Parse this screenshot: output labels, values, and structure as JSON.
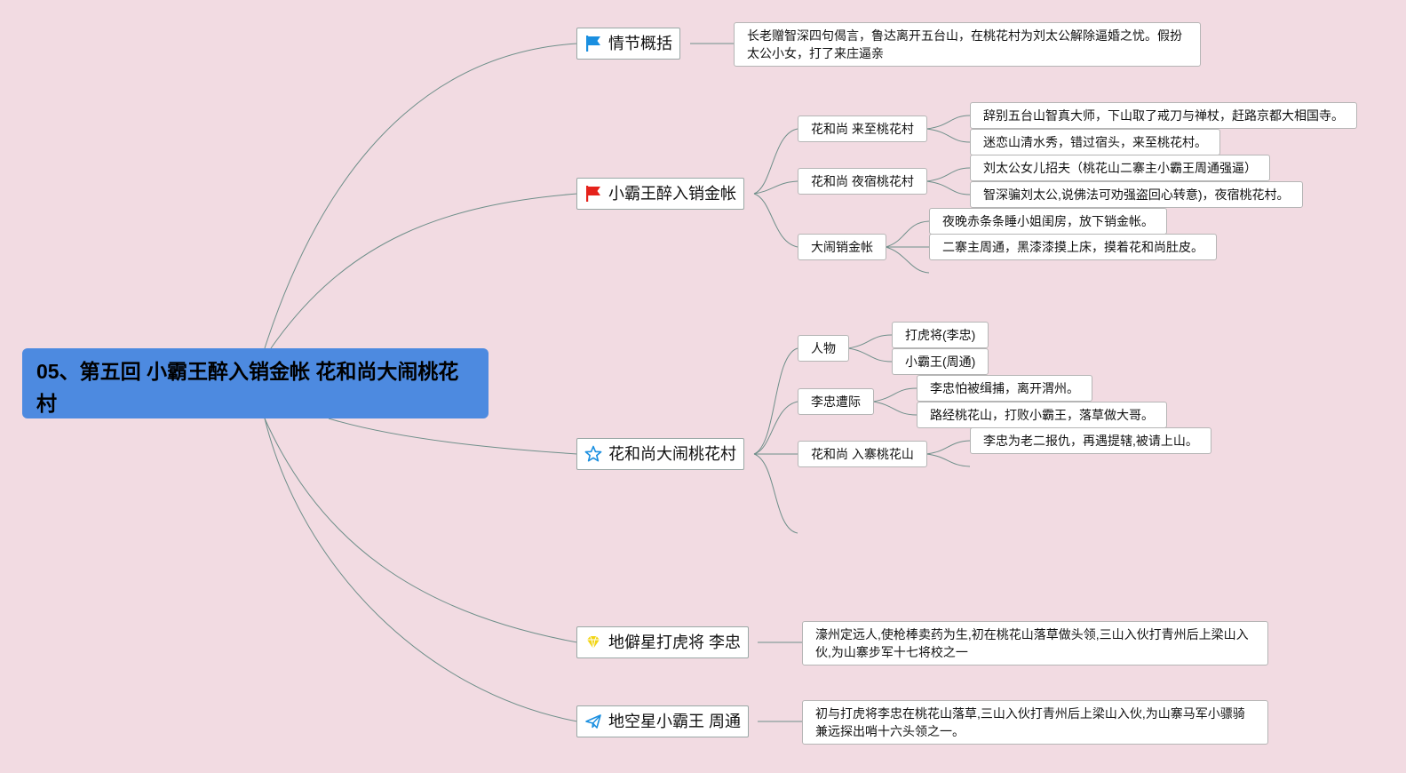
{
  "root": {
    "title": "05、第五回 小霸王醉入销金帐 花和尚大闹桃花村"
  },
  "branches": [
    {
      "label": "情节概括",
      "icon": "blue-flag-icon",
      "icon_color": "#1a8fe0",
      "note": "长老赠智深四句偈言，鲁达离开五台山，在桃花村为刘太公解除逼婚之忧。假扮太公小女，打了来庄逼亲"
    },
    {
      "label": "小霸王醉入销金帐",
      "icon": "red-flag-icon",
      "icon_color": "#e5221b",
      "children": [
        {
          "label": "花和尚 来至桃花村",
          "items": [
            "辞别五台山智真大师，下山取了戒刀与禅杖，赶路京都大相国寺。",
            "迷恋山清水秀，错过宿头，来至桃花村。"
          ]
        },
        {
          "label": "花和尚 夜宿桃花村",
          "items": [
            "刘太公女儿招夫（桃花山二寨主小霸王周通强逼）",
            "智深骗刘太公,说佛法可劝强盗回心转意)，夜宿桃花村。"
          ]
        },
        {
          "label": "大闹销金帐",
          "items": [
            "夜晚赤条条睡小姐闺房，放下销金帐。",
            "二寨主周通，黑漆漆摸上床，摸着花和尚肚皮。"
          ]
        }
      ]
    },
    {
      "label": "花和尚大闹桃花村",
      "icon": "star-icon",
      "icon_color": "#1a8fe0",
      "children": [
        {
          "label": "人物",
          "items": [
            "打虎将(李忠)",
            "小霸王(周通)"
          ]
        },
        {
          "label": "李忠遭际",
          "items": [
            "李忠怕被缉捕，离开渭州。",
            "路经桃花山，打败小霸王，落草做大哥。"
          ]
        },
        {
          "label": "花和尚 入寨桃花山",
          "items": [
            "李忠为老二报仇，再遇提辖,被请上山。"
          ]
        }
      ]
    },
    {
      "label": "地僻星打虎将 李忠",
      "icon": "diamond-icon",
      "icon_color": "#f2d515",
      "note": "濠州定远人,使枪棒卖药为生,初在桃花山落草做头领,三山入伙打青州后上梁山入伙,为山寨步军十七将校之一"
    },
    {
      "label": "地空星小霸王 周通",
      "icon": "paper-plane-icon",
      "icon_color": "#1a8fe0",
      "note": "初与打虎将李忠在桃花山落草,三山入伙打青州后上梁山入伙,为山寨马军小骠骑兼远探出哨十六头领之一。"
    }
  ]
}
